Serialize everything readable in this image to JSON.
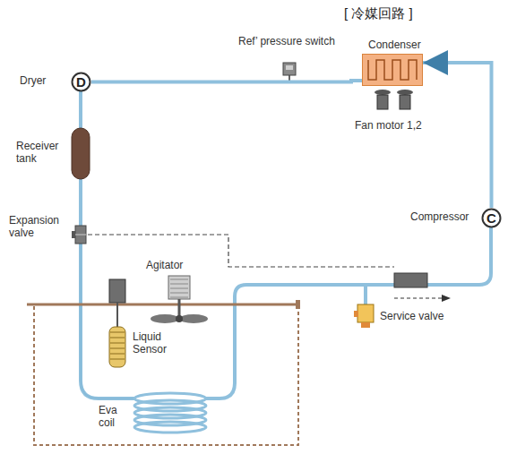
{
  "diagram": {
    "title": "[ 冷媒回路 ]",
    "nodes": [
      {
        "text": [
          "Condenser"
        ]
      },
      {
        "text": [
          "C"
        ]
      },
      {
        "text": [
          "D"
        ]
      }
    ],
    "edges": [
      {
        "from": 1,
        "to": 0,
        "arrow": "to"
      },
      {
        "from": 0,
        "to": 2,
        "arrow": "none"
      }
    ],
    "labels": [
      "Ref’ pressure switch",
      "Fan motor 1,2",
      "Compressor",
      "Dryer",
      "Receiver tank",
      "Expansion valve",
      "Agitator",
      "Liquid Sensor",
      "Service valve",
      "Eva coil"
    ]
  }
}
